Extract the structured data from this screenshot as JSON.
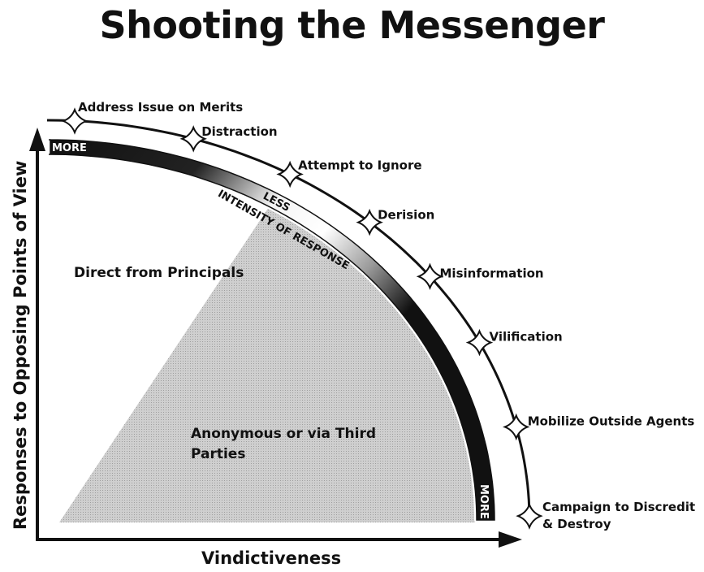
{
  "title": "Shooting the Messenger",
  "axes": {
    "y_label": "Responses to Opposing Points of View",
    "x_label": "Vindictiveness"
  },
  "intensity_band": {
    "label": "INTENSITY OF RESPONSE",
    "start_label": "MORE",
    "middle_label": "LESS",
    "end_label": "MORE"
  },
  "regions": {
    "direct": "Direct from Principals",
    "anonymous_line1": "Anonymous or via Third",
    "anonymous_line2": "Parties"
  },
  "responses": [
    {
      "label": "Address Issue on Merits"
    },
    {
      "label": "Distraction"
    },
    {
      "label": "Attempt to Ignore"
    },
    {
      "label": "Derision"
    },
    {
      "label": "Misinformation"
    },
    {
      "label": "Vilification"
    },
    {
      "label": "Mobilize Outside Agents"
    },
    {
      "label": "Campaign to Discredit",
      "label2": "& Destroy"
    }
  ],
  "colors": {
    "ink": "#111111",
    "region_fill": "#c9c9c9",
    "background": "#ffffff"
  }
}
